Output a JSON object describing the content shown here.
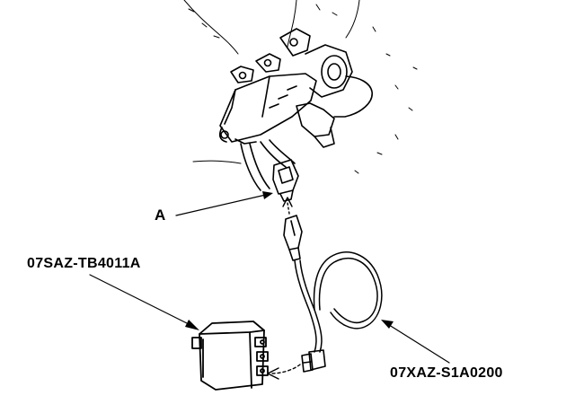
{
  "labels": {
    "connector_a": "A",
    "tester_part_number": "07SAZ-TB4011A",
    "harness_part_number": "07XAZ-S1A0200"
  },
  "colors": {
    "ink": "#000000",
    "paper": "#ffffff"
  }
}
